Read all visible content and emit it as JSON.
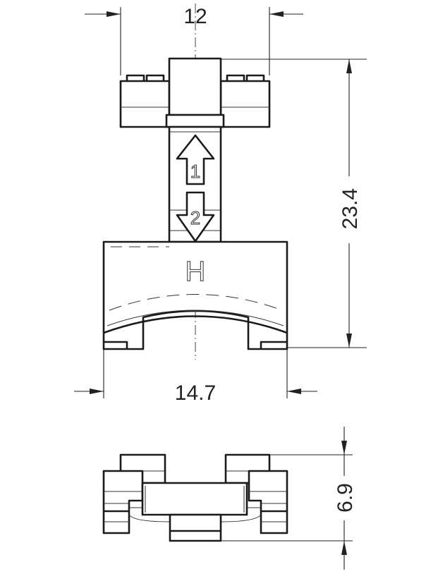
{
  "dimensions": {
    "top_width": "12",
    "height": "23.4",
    "bottom_width": "14.7",
    "depth": "6.9"
  },
  "markings": {
    "arrow_up_number": "1",
    "arrow_down_number": "2",
    "letter": "H"
  }
}
